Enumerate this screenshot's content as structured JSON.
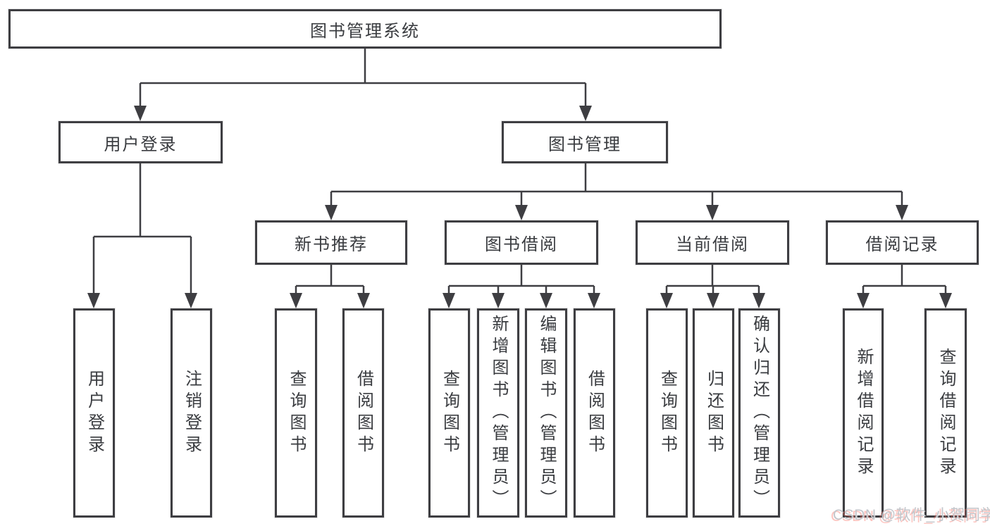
{
  "colors": {
    "line": "#3e3e42",
    "box_border": "#3e3e42",
    "box_background": "#ffffff",
    "text": "#3a3c40",
    "watermark_text": "#c3c6cb",
    "watermark_accent": "#f76a5c"
  },
  "tree": {
    "label": "图书管理系统",
    "children": [
      {
        "label": "用户登录",
        "children": [
          {
            "label": "用户登录"
          },
          {
            "label": "注销登录"
          }
        ]
      },
      {
        "label": "图书管理",
        "children": [
          {
            "label": "新书推荐",
            "children": [
              {
                "label": "查询图书"
              },
              {
                "label": "借阅图书"
              }
            ]
          },
          {
            "label": "图书借阅",
            "children": [
              {
                "label": "查询图书"
              },
              {
                "label": "新增图书（管理员）"
              },
              {
                "label": "编辑图书（管理员）"
              },
              {
                "label": "借阅图书"
              }
            ]
          },
          {
            "label": "当前借阅",
            "children": [
              {
                "label": "查询图书"
              },
              {
                "label": "归还图书"
              },
              {
                "label": "确认归还（管理员）"
              }
            ]
          },
          {
            "label": "借阅记录",
            "children": [
              {
                "label": "新增借阅记录"
              },
              {
                "label": "查询借阅记录"
              }
            ]
          }
        ]
      }
    ]
  },
  "watermark": {
    "text": "CSDN @软件_小贺同学"
  }
}
